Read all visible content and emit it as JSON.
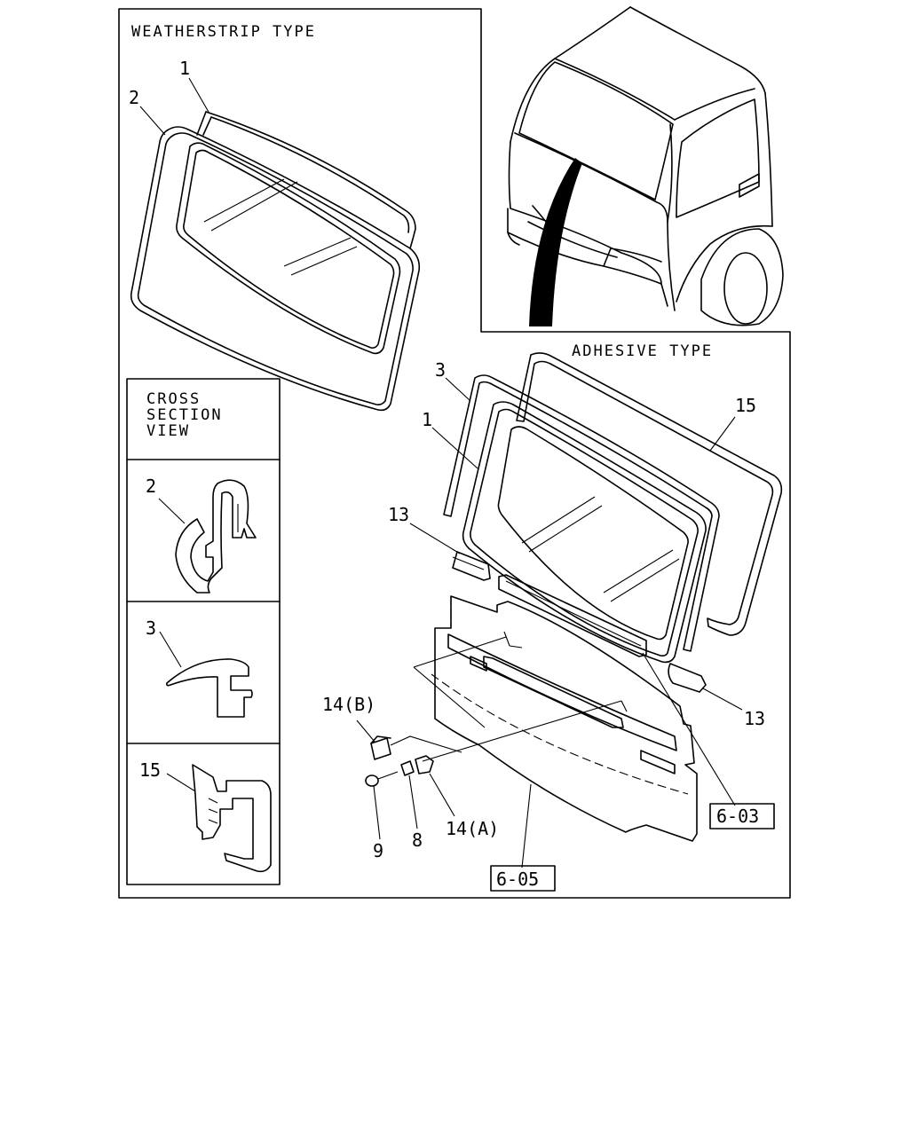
{
  "sections": {
    "weatherstrip_title": "WEATHERSTRIP TYPE",
    "adhesive_title": "ADHESIVE TYPE",
    "cross_section_title": [
      "CROSS",
      "SECTION",
      "VIEW"
    ]
  },
  "callouts": {
    "w1": "1",
    "w2": "2",
    "a3": "3",
    "a1": "1",
    "a15": "15",
    "a13_left": "13",
    "a13_right": "13",
    "a14b": "14(B)",
    "a14a": "14(A)",
    "a9": "9",
    "a8": "8",
    "cs2": "2",
    "cs3": "3",
    "cs15": "15"
  },
  "refs": {
    "ref_603": "6-03",
    "ref_605": "6-05"
  }
}
